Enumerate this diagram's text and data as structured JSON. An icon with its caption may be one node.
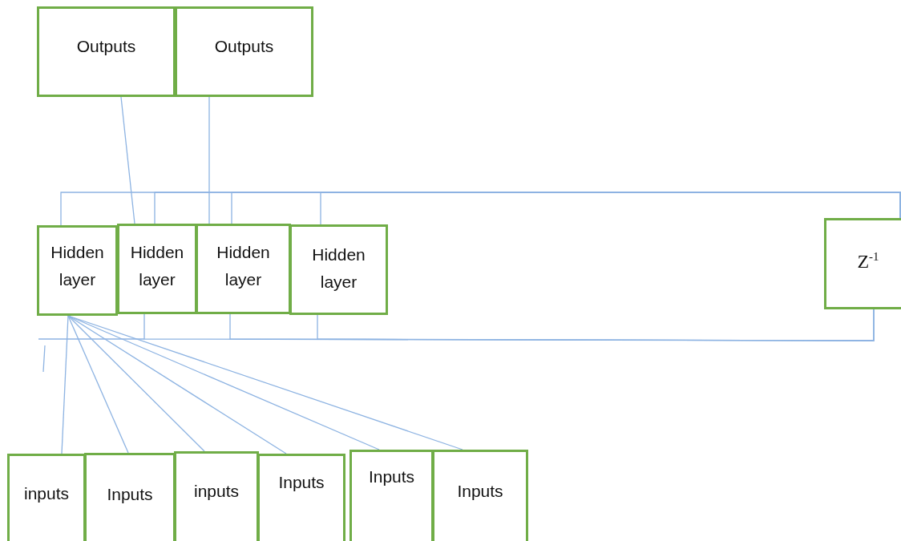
{
  "diagram": {
    "nodes": [
      {
        "text": [
          "Outputs"
        ]
      },
      {
        "text": [
          "Outputs"
        ]
      },
      {
        "text": [
          "Hidden layer"
        ]
      },
      {
        "text": [
          "Hidden layer"
        ]
      },
      {
        "text": [
          "Hidden layer"
        ]
      },
      {
        "text": [
          "Hidden layer"
        ]
      },
      {
        "text": [
          "Z$^{-1}$"
        ]
      },
      {
        "text": [
          "inputs"
        ]
      },
      {
        "text": [
          "Inputs"
        ]
      },
      {
        "text": [
          "inputs"
        ]
      },
      {
        "text": [
          "Inputs"
        ]
      },
      {
        "text": [
          "Inputs"
        ]
      },
      {
        "text": [
          "Inputs"
        ]
      }
    ],
    "edges": [
      {
        "from": 0,
        "to": 3,
        "arrow": "none"
      },
      {
        "from": 1,
        "to": 4,
        "arrow": "none"
      },
      {
        "from": 2,
        "to": 7,
        "arrow": "none"
      },
      {
        "from": 2,
        "to": 8,
        "arrow": "none"
      },
      {
        "from": 2,
        "to": 9,
        "arrow": "none"
      },
      {
        "from": 2,
        "to": 10,
        "arrow": "none"
      },
      {
        "from": 2,
        "to": 11,
        "arrow": "none"
      },
      {
        "from": 2,
        "to": 12,
        "arrow": "none"
      },
      {
        "from": 3,
        "to": 6,
        "arrow": "none"
      },
      {
        "from": 4,
        "to": 6,
        "arrow": "none"
      },
      {
        "from": 5,
        "to": 6,
        "arrow": "none"
      },
      {
        "from": 6,
        "to": 2,
        "arrow": "none"
      },
      {
        "from": 6,
        "to": 3,
        "arrow": "none"
      },
      {
        "from": 6,
        "to": 4,
        "arrow": "none"
      },
      {
        "from": 6,
        "to": 5,
        "arrow": "none"
      }
    ]
  }
}
